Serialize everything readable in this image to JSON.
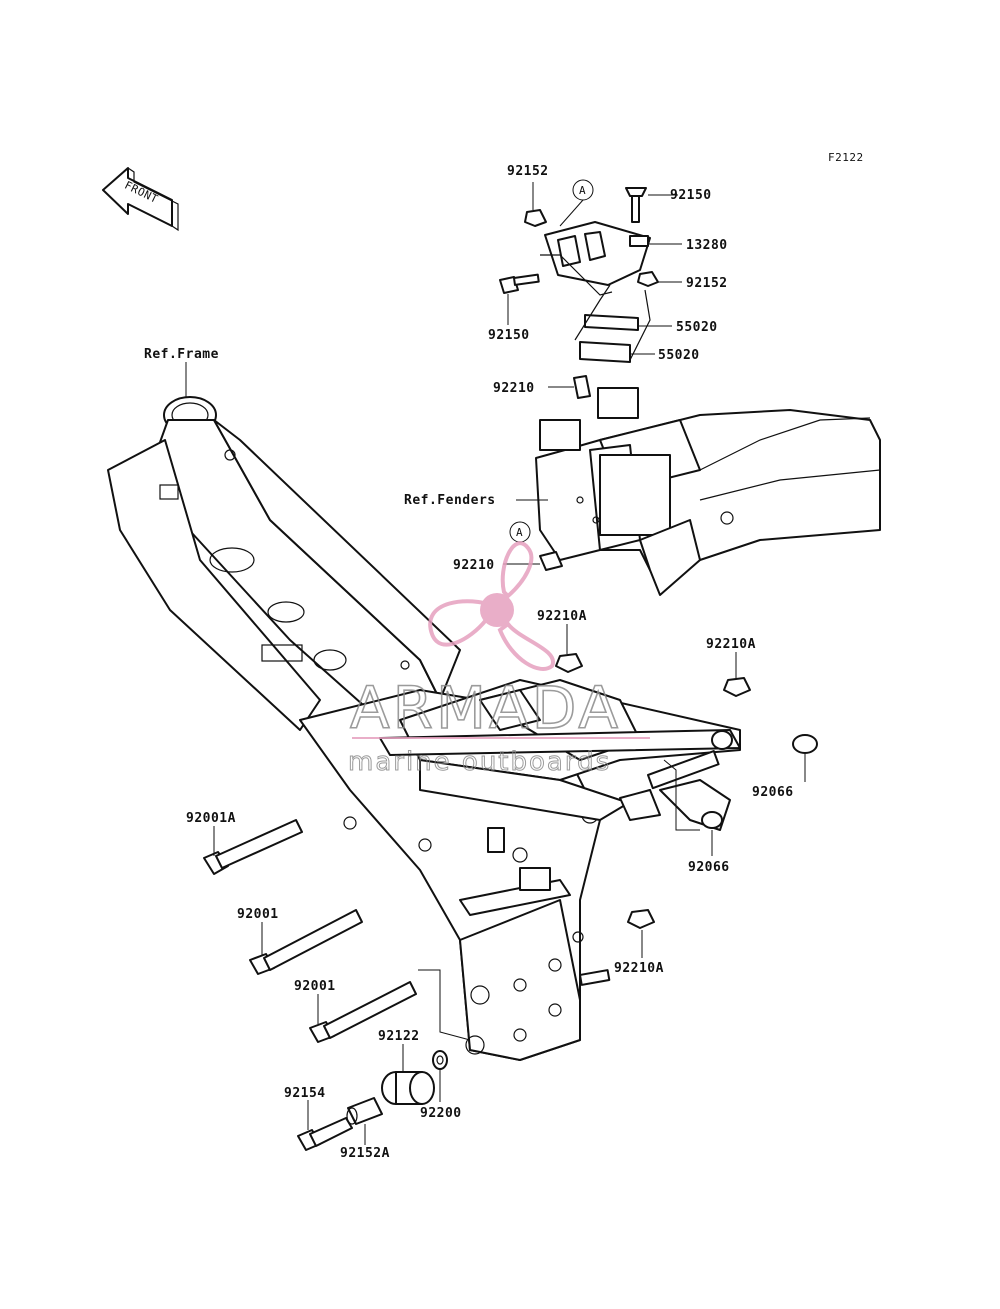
{
  "diagram_code": "F2122",
  "front_label": "FRONT",
  "ref_labels": {
    "frame": "Ref.Frame",
    "fenders": "Ref.Fenders"
  },
  "callout": "A",
  "parts": {
    "p92152_top": "92152",
    "p92150_top": "92150",
    "p13280": "13280",
    "p92152_right": "92152",
    "p92150_left": "92150",
    "p55020_a": "55020",
    "p55020_b": "55020",
    "p92210_upper": "92210",
    "p92210_lower": "92210",
    "p92210A_center": "92210A",
    "p92210A_right": "92210A",
    "p92066_right": "92066",
    "p92066_lower": "92066",
    "p92001A": "92001A",
    "p92001_a": "92001",
    "p92001_b": "92001",
    "p92210A_lower": "92210A",
    "p92122": "92122",
    "p92200": "92200",
    "p92154": "92154",
    "p92152A": "92152A"
  },
  "watermark": {
    "brand": "ARMADA",
    "tagline": "marine outboards",
    "color": "#e6a0bf"
  }
}
